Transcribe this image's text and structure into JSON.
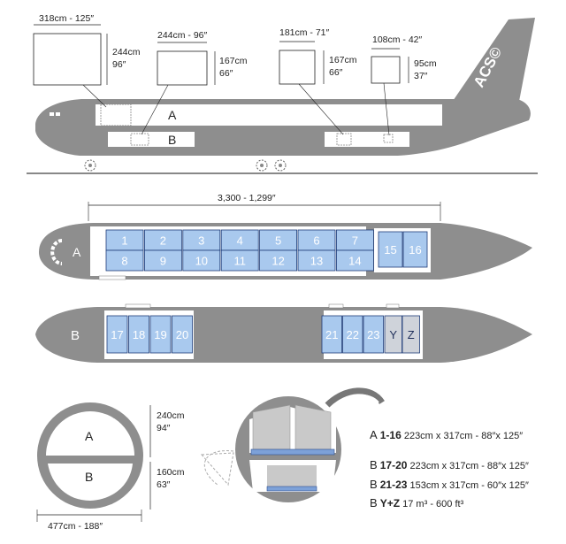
{
  "top_view": {
    "pallet_dims": [
      {
        "width_label": "318cm - 125″",
        "height_cm": "244cm",
        "height_in": "96″"
      },
      {
        "width_label": "244cm - 96″",
        "height_cm": "167cm",
        "height_in": "66″"
      },
      {
        "width_label": "181cm - 71″",
        "height_cm": "167cm",
        "height_in": "66″"
      },
      {
        "width_label": "108cm - 42″",
        "height_cm": "95cm",
        "height_in": "37″"
      }
    ],
    "deck_upper": "A",
    "deck_lower": "B",
    "logo": "ACS©"
  },
  "main_deck": {
    "length_label": "3,300 - 1,299″",
    "deck_label": "A",
    "positions_top": [
      "1",
      "2",
      "3",
      "4",
      "5",
      "6",
      "7"
    ],
    "positions_bottom": [
      "8",
      "9",
      "10",
      "11",
      "12",
      "13",
      "14"
    ],
    "positions_rear": [
      "15",
      "16"
    ]
  },
  "lower_deck": {
    "deck_label": "B",
    "positions_front": [
      "17",
      "18",
      "19",
      "20"
    ],
    "positions_rear": [
      "21",
      "22",
      "23"
    ],
    "bulk": [
      "Y",
      "Z"
    ]
  },
  "cross_section": {
    "upper_label": "A",
    "lower_label": "B",
    "upper_height_cm": "240cm",
    "upper_height_in": "94″",
    "lower_height_cm": "160cm",
    "lower_height_in": "63″",
    "width_label": "477cm - 188″"
  },
  "legend": [
    {
      "deck": "A",
      "positions": "1-16",
      "spec": "223cm x 317cm - 88″x 125″"
    },
    {
      "deck": "B",
      "positions": "17-20",
      "spec": "223cm x 317cm - 88″x 125″"
    },
    {
      "deck": "B",
      "positions": "21-23",
      "spec": "153cm x 317cm - 60″x 125″"
    },
    {
      "deck": "B",
      "positions": "Y+Z",
      "spec": "17 m³  - 600 ft³"
    }
  ],
  "colors": {
    "fuselage": "#8e8e8e",
    "position": "#a9c9ee",
    "position_border": "#1e3c78",
    "bulk": "#cfd3da"
  }
}
